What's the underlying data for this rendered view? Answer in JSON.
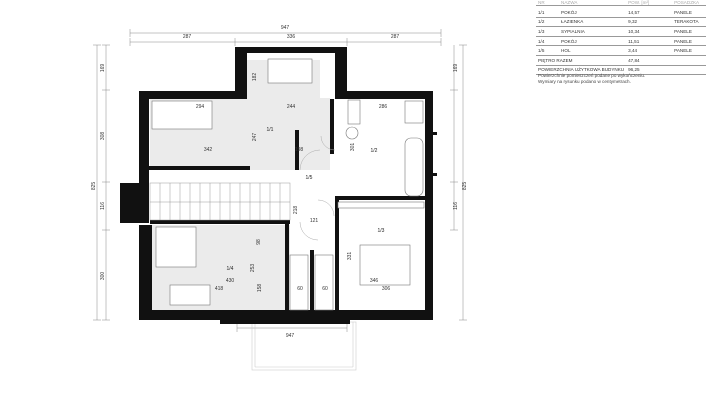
{
  "table": {
    "header": [
      "NR",
      "NAZWA",
      "POW. [m²]",
      "POSADZKA"
    ],
    "rows": [
      {
        "nr": "1/1",
        "name": "POKÓJ",
        "area": "14,57",
        "floor": "PANELE"
      },
      {
        "nr": "1/2",
        "name": "ŁAZIENKA",
        "area": "9,32",
        "floor": "TERAKOTA"
      },
      {
        "nr": "1/3",
        "name": "SYPIALNIA",
        "area": "10,34",
        "floor": "PANELE"
      },
      {
        "nr": "1/4",
        "name": "POKÓJ",
        "area": "11,51",
        "floor": "PANELE"
      },
      {
        "nr": "1/5",
        "name": "HOL",
        "area": "3,44",
        "floor": "PANELE"
      }
    ],
    "total_floor_label": "PIĘTRO RAZEM",
    "total_floor_value": "47,84",
    "total_building_label": "POWIERZCHNIA UŻYTKOWA BUDYNKU",
    "total_building_value": "96,25"
  },
  "notes": {
    "line1": "Powierzchnie pomieszczeń podane po wykończeniu.",
    "line2": "Wymiary na rysunku podano w centymetrach."
  },
  "dimensions": {
    "top_total": "947",
    "top_left": "287",
    "top_mid": "336",
    "top_right": "287",
    "bottom_total": "947",
    "left_outer": "825",
    "left_1": "169",
    "left_2": "308",
    "left_3": "116",
    "left_4": "300",
    "right_outer": "825",
    "right_1": "169",
    "right_2": "116",
    "inner_294": "294",
    "inner_244": "244",
    "inner_286": "286",
    "inner_182": "182",
    "inner_247": "247",
    "inner_342": "342",
    "inner_198": "198",
    "inner_301": "301",
    "inner_218": "218",
    "inner_121": "121",
    "inner_98": "98",
    "inner_253": "253",
    "inner_430": "430",
    "inner_418": "418",
    "inner_158": "158",
    "inner_60a": "60",
    "inner_60b": "60",
    "inner_331": "331",
    "inner_346": "346",
    "inner_306": "306"
  },
  "room_labels": {
    "r11": "1/1",
    "r12": "1/2",
    "r13": "1/3",
    "r14": "1/4",
    "r15": "1/5"
  }
}
